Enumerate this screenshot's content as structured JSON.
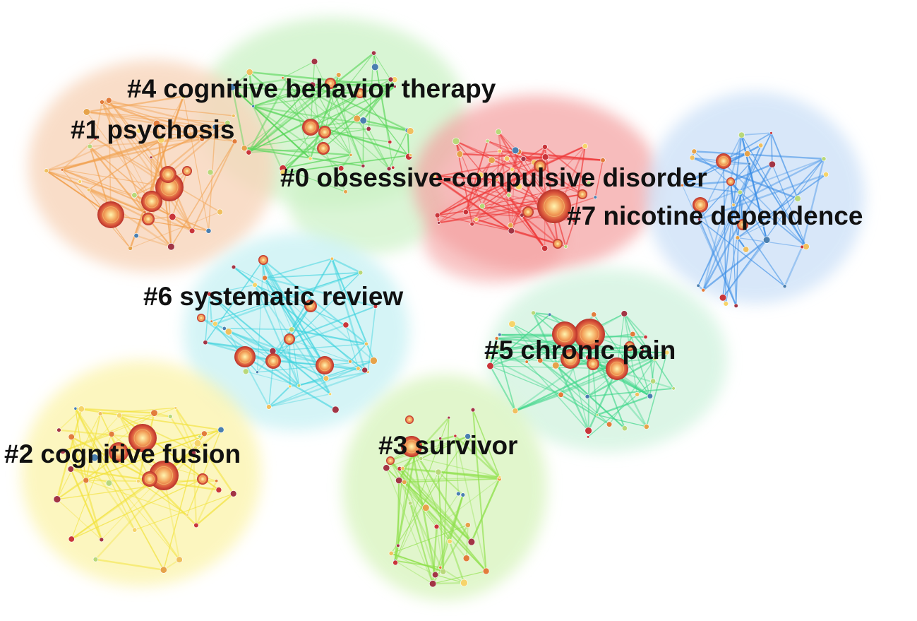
{
  "clusters": [
    {
      "id": "c0",
      "label": "#0 obsessive-compulsive disorder",
      "color": "#f07070",
      "edge_color": "#ee3a3a"
    },
    {
      "id": "c1",
      "label": "#1 psychosis",
      "color": "#f6c9a6",
      "edge_color": "#f2a250"
    },
    {
      "id": "c2",
      "label": "#2 cognitive fusion",
      "color": "#fbf3a0",
      "edge_color": "#f2e23a"
    },
    {
      "id": "c3",
      "label": "#3 survivor",
      "color": "#d9f5c0",
      "edge_color": "#8ee04a"
    },
    {
      "id": "c4",
      "label": "#4 cognitive behavior therapy",
      "color": "#cdf2c8",
      "edge_color": "#5ad65a"
    },
    {
      "id": "c5",
      "label": "#5 chronic pain",
      "color": "#d2f3de",
      "edge_color": "#3fd68a"
    },
    {
      "id": "c6",
      "label": "#6 systematic review",
      "color": "#c9f1f3",
      "edge_color": "#3fd3de"
    },
    {
      "id": "c7",
      "label": "#7 nicotine dependence",
      "color": "#c9def6",
      "edge_color": "#3d8fe6"
    }
  ]
}
